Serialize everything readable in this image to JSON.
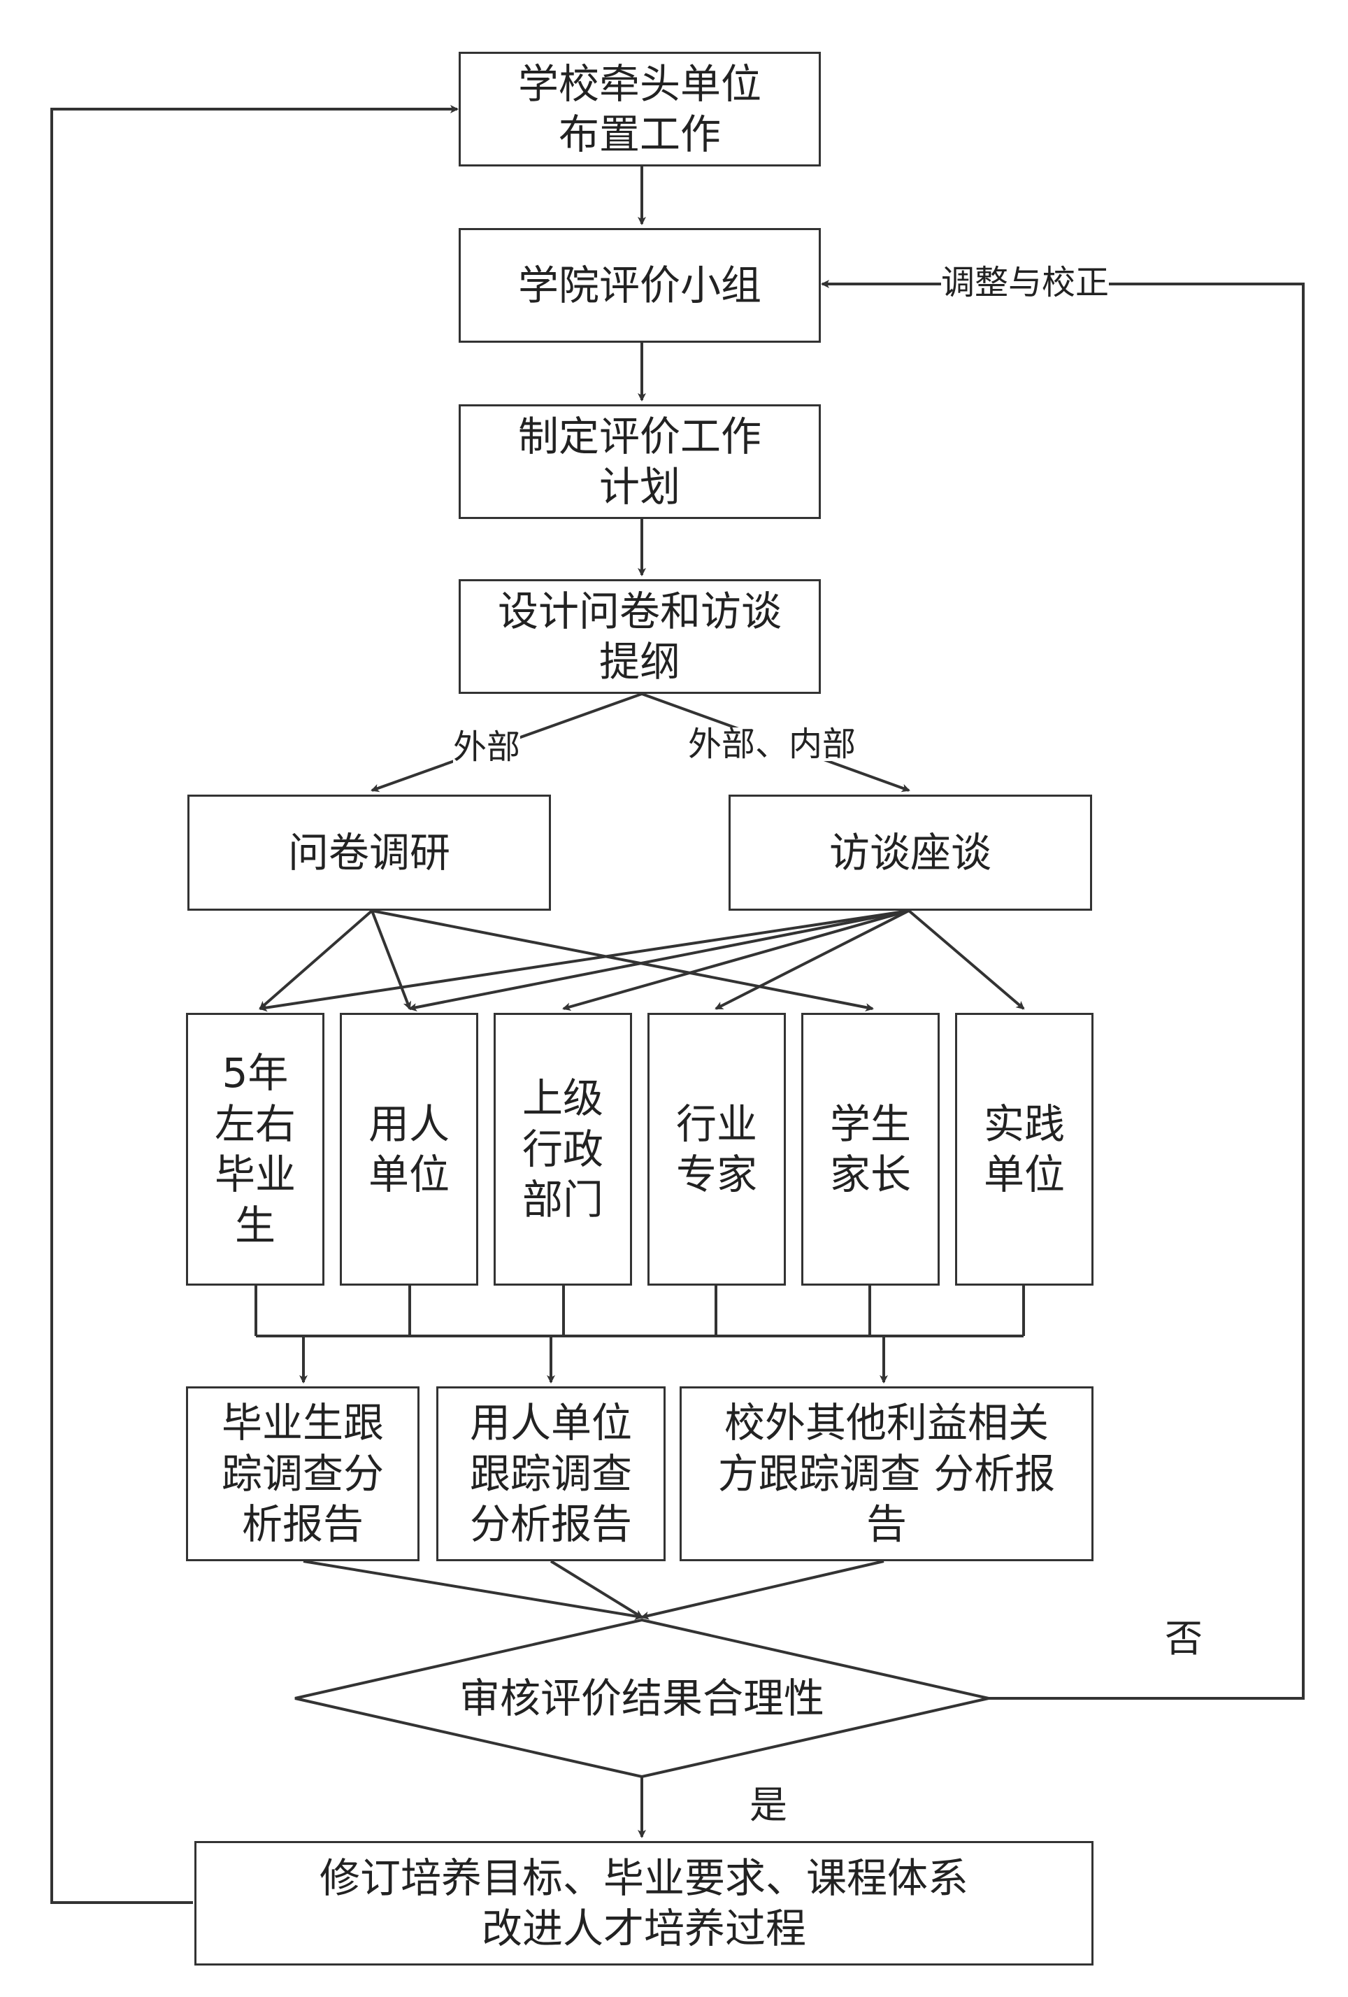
{
  "nodes": {
    "lead_unit": [
      "学校牵头单位",
      "布置工作"
    ],
    "college_group": [
      "学院评价小组"
    ],
    "plan": [
      "制定评价工作",
      "计划"
    ],
    "design": [
      "设计问卷和访谈",
      "提纲"
    ],
    "survey": [
      "问卷调研"
    ],
    "interview": [
      "访谈座谈"
    ],
    "graduates": [
      "5年",
      "左右",
      "毕业",
      "生"
    ],
    "employers": [
      "用人",
      "单位"
    ],
    "admin": [
      "上级",
      "行政",
      "部门"
    ],
    "experts": [
      "行业",
      "专家"
    ],
    "parents": [
      "学生",
      "家长"
    ],
    "practice": [
      "实践",
      "单位"
    ],
    "report_grad": [
      "毕业生跟",
      "踪调查分",
      "析报告"
    ],
    "report_employer": [
      "用人单位",
      "跟踪调查",
      "分析报告"
    ],
    "report_other": [
      "校外其他利益相关",
      "方跟踪调查 分析报",
      "告"
    ],
    "review": "审核评价结果合理性",
    "revise": [
      "修订培养目标、毕业要求、课程体系",
      "改进人才培养过程"
    ]
  },
  "edge_labels": {
    "external": "外部",
    "external_internal": "外部、内部",
    "adjust": "调整与校正",
    "no": "否",
    "yes": "是"
  }
}
